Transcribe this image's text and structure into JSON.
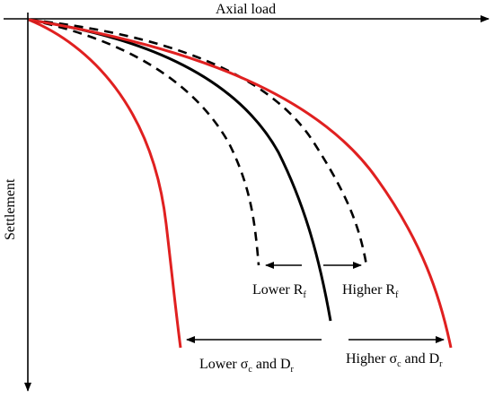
{
  "axes": {
    "x_label": "Axial load",
    "y_label": "Settlement"
  },
  "curves": [
    {
      "id": "red-left",
      "style": "solid",
      "color": "#e02020"
    },
    {
      "id": "dash-left",
      "style": "dashed",
      "color": "#000000"
    },
    {
      "id": "black-center",
      "style": "solid",
      "color": "#000000"
    },
    {
      "id": "dash-right",
      "style": "dashed",
      "color": "#000000"
    },
    {
      "id": "red-right",
      "style": "solid",
      "color": "#e02020"
    }
  ],
  "annotations": {
    "lower_rf": {
      "base": "Lower R",
      "sub": "f"
    },
    "higher_rf": {
      "base": "Higher R",
      "sub": "f"
    },
    "lower_sigma": {
      "base": "Lower ",
      "sym": "σ",
      "sub1": "c",
      "mid": " and D",
      "sub2": "r"
    },
    "higher_sigma": {
      "base": "Higher ",
      "sym": "σ",
      "sub1": "c",
      "mid": " and D",
      "sub2": "r"
    }
  },
  "colors": {
    "red": "#e02020",
    "black": "#000000"
  }
}
